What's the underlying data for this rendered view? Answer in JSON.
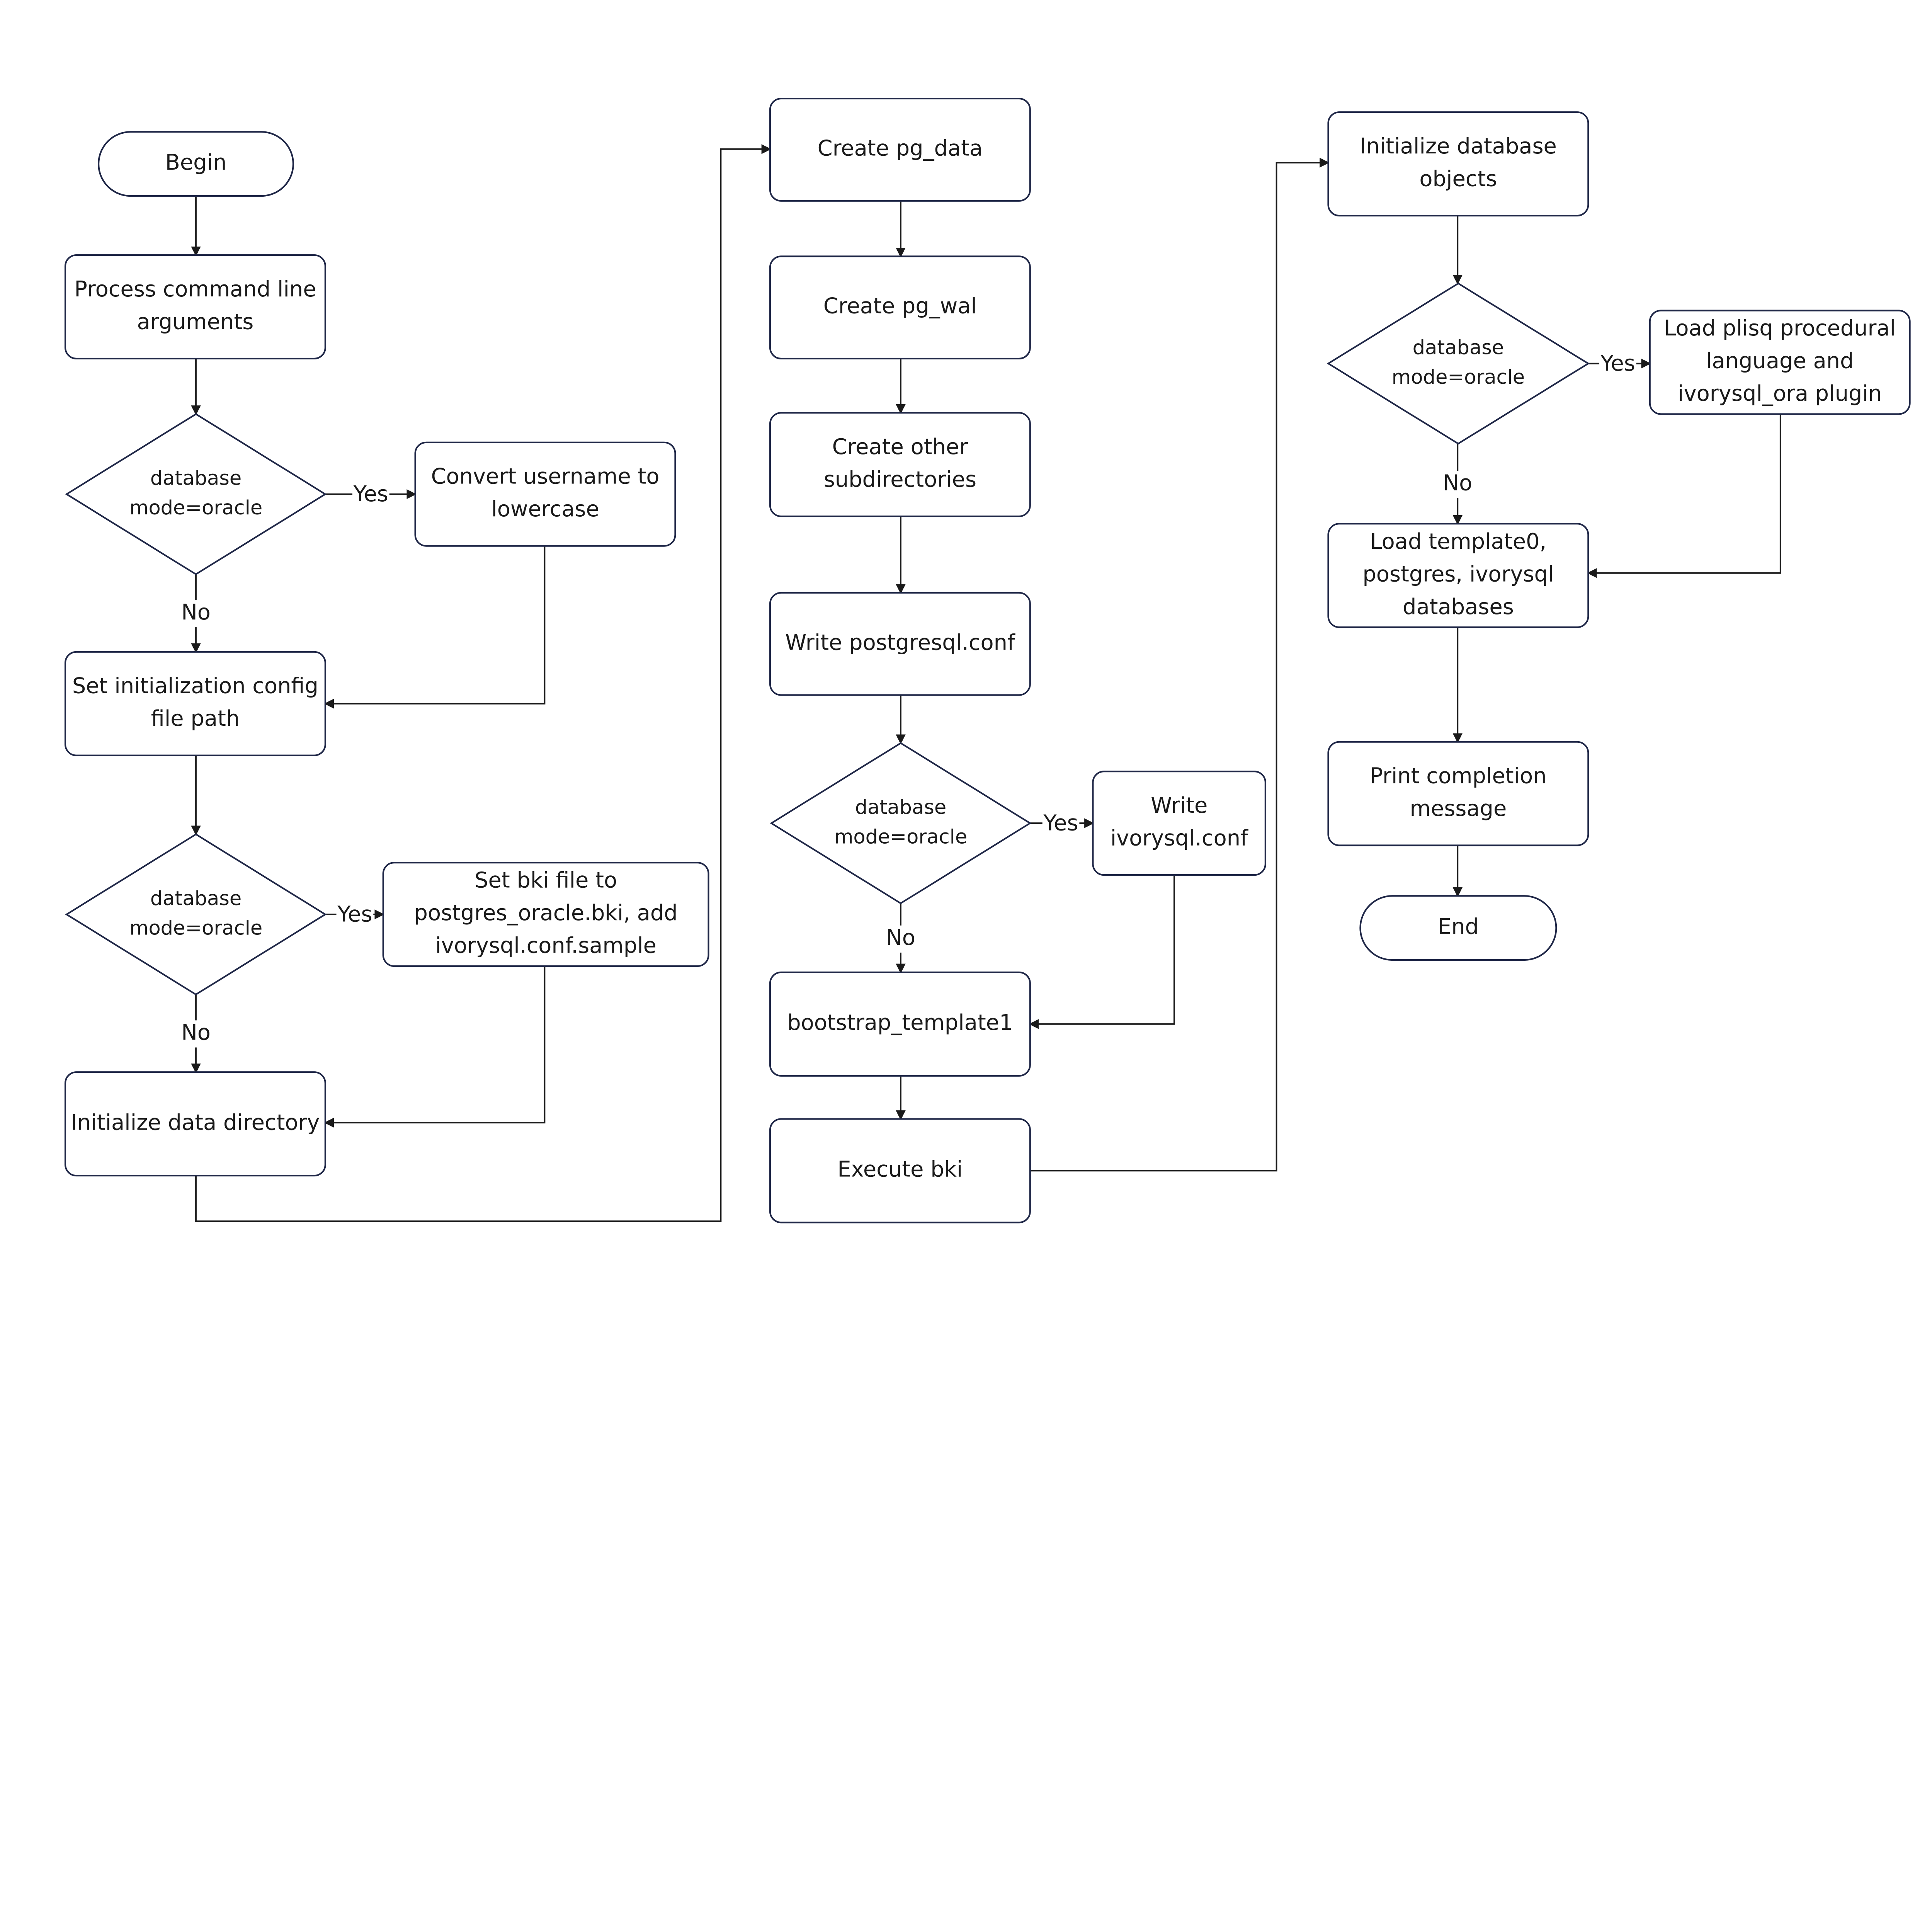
{
  "nodes": {
    "begin": [
      "Begin"
    ],
    "process_args": [
      "Process command line",
      "arguments"
    ],
    "decision_1": [
      "database",
      "mode=oracle"
    ],
    "convert_username": [
      "Convert username to",
      "lowercase"
    ],
    "set_config_path": [
      "Set initialization config",
      "file path"
    ],
    "decision_2": [
      "database",
      "mode=oracle"
    ],
    "set_bki": [
      "Set bki file to",
      "postgres_oracle.bki, add",
      "ivorysql.conf.sample"
    ],
    "init_data_dir": [
      "Initialize data directory"
    ],
    "create_pg_data": [
      "Create pg_data"
    ],
    "create_pg_wal": [
      "Create pg_wal"
    ],
    "create_other_subdirs": [
      "Create other",
      "subdirectories"
    ],
    "write_postgresql_conf": [
      "Write postgresql.conf"
    ],
    "decision_3": [
      "database",
      "mode=oracle"
    ],
    "write_ivorysql_conf": [
      "Write",
      "ivorysql.conf"
    ],
    "bootstrap_template1": [
      "bootstrap_template1"
    ],
    "execute_bki": [
      "Execute bki"
    ],
    "init_db_objects": [
      "Initialize database",
      "objects"
    ],
    "decision_4": [
      "database",
      "mode=oracle"
    ],
    "load_plisql": [
      "Load plisq procedural",
      "language and",
      "ivorysql_ora plugin"
    ],
    "load_templates": [
      "Load template0,",
      "postgres, ivorysql",
      "databases"
    ],
    "print_completion": [
      "Print completion",
      "message"
    ],
    "end": [
      "End"
    ]
  },
  "edge_labels": {
    "yes": "Yes",
    "no": "No"
  },
  "colors": {
    "node_stroke": "#1f2747",
    "edge": "#1a1a1a",
    "text": "#1a1a1a"
  }
}
